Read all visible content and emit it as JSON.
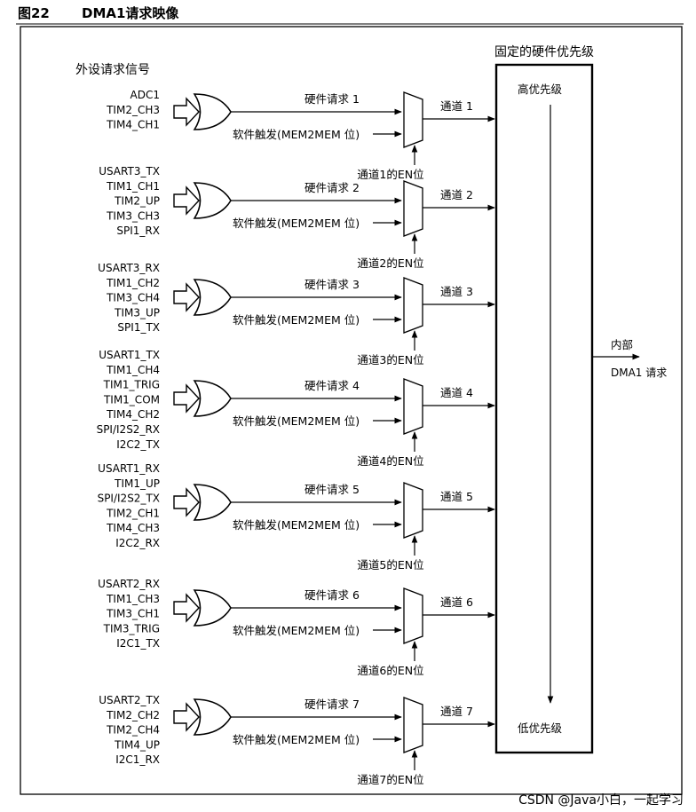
{
  "figure": {
    "number": "图22",
    "title": "DMA1请求映像"
  },
  "left_heading": "外设请求信号",
  "priority_box": {
    "heading": "固定的硬件优先级",
    "high": "高优先级",
    "low": "低优先级"
  },
  "output": {
    "line1": "内部",
    "line2": "DMA1 请求"
  },
  "groups": [
    {
      "signals": [
        "ADC1",
        "TIM2_CH3",
        "TIM4_CH1"
      ],
      "hw": "硬件请求 1",
      "sw": "软件触发(MEM2MEM 位)",
      "channel": "通道 1",
      "en": "通道1的EN位"
    },
    {
      "signals": [
        "USART3_TX",
        "TIM1_CH1",
        "TIM2_UP",
        "TIM3_CH3",
        "SPI1_RX"
      ],
      "hw": "硬件请求 2",
      "sw": "软件触发(MEM2MEM 位)",
      "channel": "通道 2",
      "en": "通道2的EN位"
    },
    {
      "signals": [
        "USART3_RX",
        "TIM1_CH2",
        "TIM3_CH4",
        "TIM3_UP",
        "SPI1_TX"
      ],
      "hw": "硬件请求 3",
      "sw": "软件触发(MEM2MEM 位)",
      "channel": "通道 3",
      "en": "通道3的EN位"
    },
    {
      "signals": [
        "USART1_TX",
        "TIM1_CH4",
        "TIM1_TRIG",
        "TIM1_COM",
        "TIM4_CH2",
        "SPI/I2S2_RX",
        "I2C2_TX"
      ],
      "hw": "硬件请求 4",
      "sw": "软件触发(MEM2MEM 位)",
      "channel": "通道 4",
      "en": "通道4的EN位"
    },
    {
      "signals": [
        "USART1_RX",
        "TIM1_UP",
        "SPI/I2S2_TX",
        "TIM2_CH1",
        "TIM4_CH3",
        "I2C2_RX"
      ],
      "hw": "硬件请求 5",
      "sw": "软件触发(MEM2MEM 位)",
      "channel": "通道 5",
      "en": "通道5的EN位"
    },
    {
      "signals": [
        "USART2_RX",
        "TIM1_CH3",
        "TIM3_CH1",
        "TIM3_TRIG",
        "I2C1_TX"
      ],
      "hw": "硬件请求 6",
      "sw": "软件触发(MEM2MEM 位)",
      "channel": "通道 6",
      "en": "通道6的EN位"
    },
    {
      "signals": [
        "USART2_TX",
        "TIM2_CH2",
        "TIM2_CH4",
        "TIM4_UP",
        "I2C1_RX"
      ],
      "hw": "硬件请求 7",
      "sw": "软件触发(MEM2MEM 位)",
      "channel": "通道 7",
      "en": "通道7的EN位"
    }
  ],
  "watermark": "CSDN @Java小白，一起学习"
}
